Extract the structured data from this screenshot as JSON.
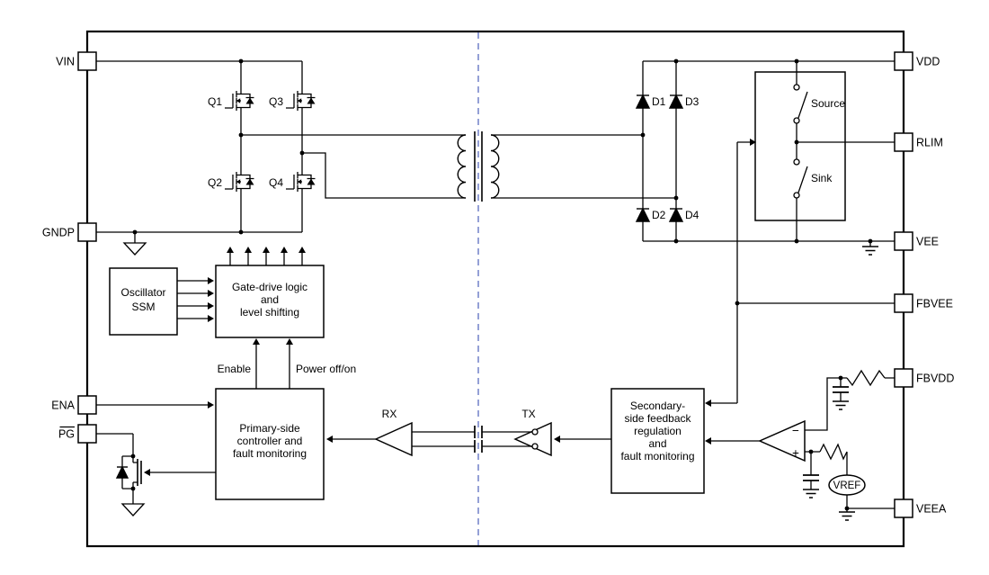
{
  "colors": {
    "line": "#000000",
    "isolation_barrier": "#5b6cc0",
    "block_fill": "#ffffff",
    "background": "#ffffff"
  },
  "pins": {
    "left": [
      {
        "name": "VIN"
      },
      {
        "name": "GNDP"
      },
      {
        "name": "ENA"
      },
      {
        "name": "PG",
        "overline": true
      }
    ],
    "right": [
      {
        "name": "VDD"
      },
      {
        "name": "RLIM"
      },
      {
        "name": "VEE"
      },
      {
        "name": "FBVEE"
      },
      {
        "name": "FBVDD"
      },
      {
        "name": "VEEA"
      }
    ]
  },
  "blocks": {
    "oscillator": {
      "lines": [
        "Oscillator",
        "SSM"
      ]
    },
    "gate_drive": {
      "lines": [
        "Gate-drive logic",
        "and",
        "level shifting"
      ]
    },
    "primary_controller": {
      "lines": [
        "Primary-side",
        "controller and",
        "fault monitoring"
      ]
    },
    "secondary_feedback": {
      "lines": [
        "Secondary-",
        "side feedback",
        "regulation",
        "and",
        "fault monitoring"
      ]
    },
    "source_sink": {
      "source_label": "Source",
      "sink_label": "Sink"
    }
  },
  "components": {
    "transistors": [
      "Q1",
      "Q2",
      "Q3",
      "Q4"
    ],
    "diodes": [
      "D1",
      "D2",
      "D3",
      "D4"
    ],
    "vref_label": "VREF",
    "opamp": {
      "minus": "−",
      "plus": "+"
    }
  },
  "signals": {
    "enable": "Enable",
    "power": "Power off/on",
    "rx": "RX",
    "tx": "TX"
  }
}
